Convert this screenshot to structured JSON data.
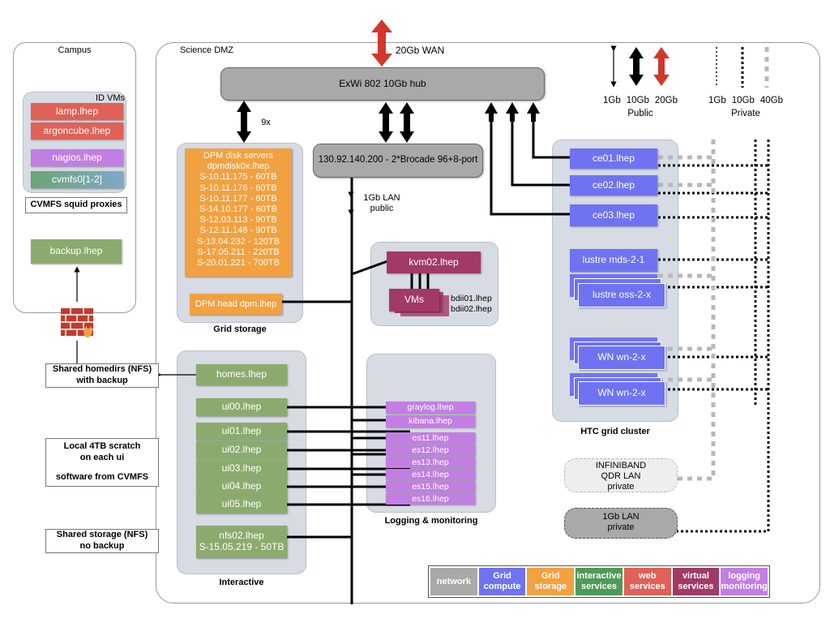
{
  "wan": {
    "label": "20Gb WAN"
  },
  "campus": {
    "title": "Campus",
    "id_vms_label": "ID VMs",
    "vms": [
      "lamp.lhep",
      "argoncube.lhep",
      "nagios.lhep",
      "cvmfs0[1-2]"
    ],
    "squid_label": "CVMFS squid proxies",
    "backup": "backup.lhep"
  },
  "dmz": {
    "title": "Science DMZ"
  },
  "hub": {
    "label": "ExWi 802 10Gb hub",
    "multiplier": "9x"
  },
  "brocade": {
    "label": "130.92.140.200 - 2*Brocade 96+8-port"
  },
  "lan_public": {
    "line1": "1Gb LAN",
    "line2": "public"
  },
  "grid_storage": {
    "title": "Grid storage",
    "lines": [
      "DPM disk servers",
      "dpmdisk0x.lhep",
      "S-10.11.175 - 60TB",
      "S-10.11.176 - 60TB",
      "S-10.11.177 - 60TB",
      "S-14.10.177 - 60TB",
      "S-12.03.113 - 90TB",
      "S-12.11.148 - 90TB",
      "S-13.04.232 - 120TB",
      "S-17.05.211 - 220TB",
      "S-20.01.221 - 700TB"
    ],
    "head": "DPM head dpm.lhep"
  },
  "virt": {
    "kvm": "kvm02.lhep",
    "vms": "VMs",
    "bdii1": "bdii01.lhep",
    "bdii2": "bdii02.lhep"
  },
  "interactive": {
    "title": "Interactive",
    "homes": "homes.lhep",
    "uis": [
      "ui00.lhep",
      "ui01.lhep",
      "ui02.lhep",
      "ui03.lhep",
      "ui04.lhep",
      "ui05.lhep"
    ],
    "nfs1": "nfs02.lhep",
    "nfs2": "S-15.05.219 - 50TB"
  },
  "logging": {
    "title": "Logging & monitoring",
    "items": [
      "graylog.lhep",
      "kibana.lhep",
      "es11.lhep",
      "es12.lhep",
      "es13.lhep",
      "es14.lhep",
      "es15.lhep",
      "es16.lhep"
    ]
  },
  "htc": {
    "title": "HTC grid cluster",
    "ce": [
      "ce01.lhep",
      "ce02.lhep",
      "ce03.lhep"
    ],
    "mds": "lustre mds-2-1",
    "oss": "lustre oss-2-x",
    "wn1": "WN wn-2-x",
    "wn2": "WN wn-2-x"
  },
  "infiniband": {
    "line1": "INFINIBAND",
    "line2": "QDR LAN",
    "line3": "private"
  },
  "lan_private": {
    "line1": "1Gb LAN",
    "line2": "private"
  },
  "notes": {
    "homedirs": [
      "Shared homedirs (NFS)",
      "with backup"
    ],
    "scratch": [
      "Local 4TB scratch",
      "on each ui",
      "",
      "software from CVMFS"
    ],
    "storage": [
      "Shared storage (NFS)",
      "no backup"
    ]
  },
  "key": {
    "public_labels": [
      "1Gb",
      "10Gb",
      "20Gb"
    ],
    "public_title": "Public",
    "private_labels": [
      "1Gb",
      "10Gb",
      "40Gb"
    ],
    "private_title": "Private"
  },
  "legend": [
    {
      "label": "network",
      "color": "#a9a9a9"
    },
    {
      "label": "Grid compute",
      "color": "#6f73f2"
    },
    {
      "label": "Grid storage",
      "color": "#f2a140"
    },
    {
      "label": "interactive services",
      "color": "#4e9a5a"
    },
    {
      "label": "web services",
      "color": "#df6157"
    },
    {
      "label": "virtual services",
      "color": "#a23a66"
    },
    {
      "label": "logging monitoring",
      "color": "#c27ee3"
    }
  ],
  "colors": {
    "blue": "#6f73f2",
    "orange": "#f2a140",
    "green": "#8bab6e",
    "red": "#df6157",
    "purple": "#c27ee3",
    "maroon": "#a23a66",
    "wan_arrow": "#d0382a"
  }
}
